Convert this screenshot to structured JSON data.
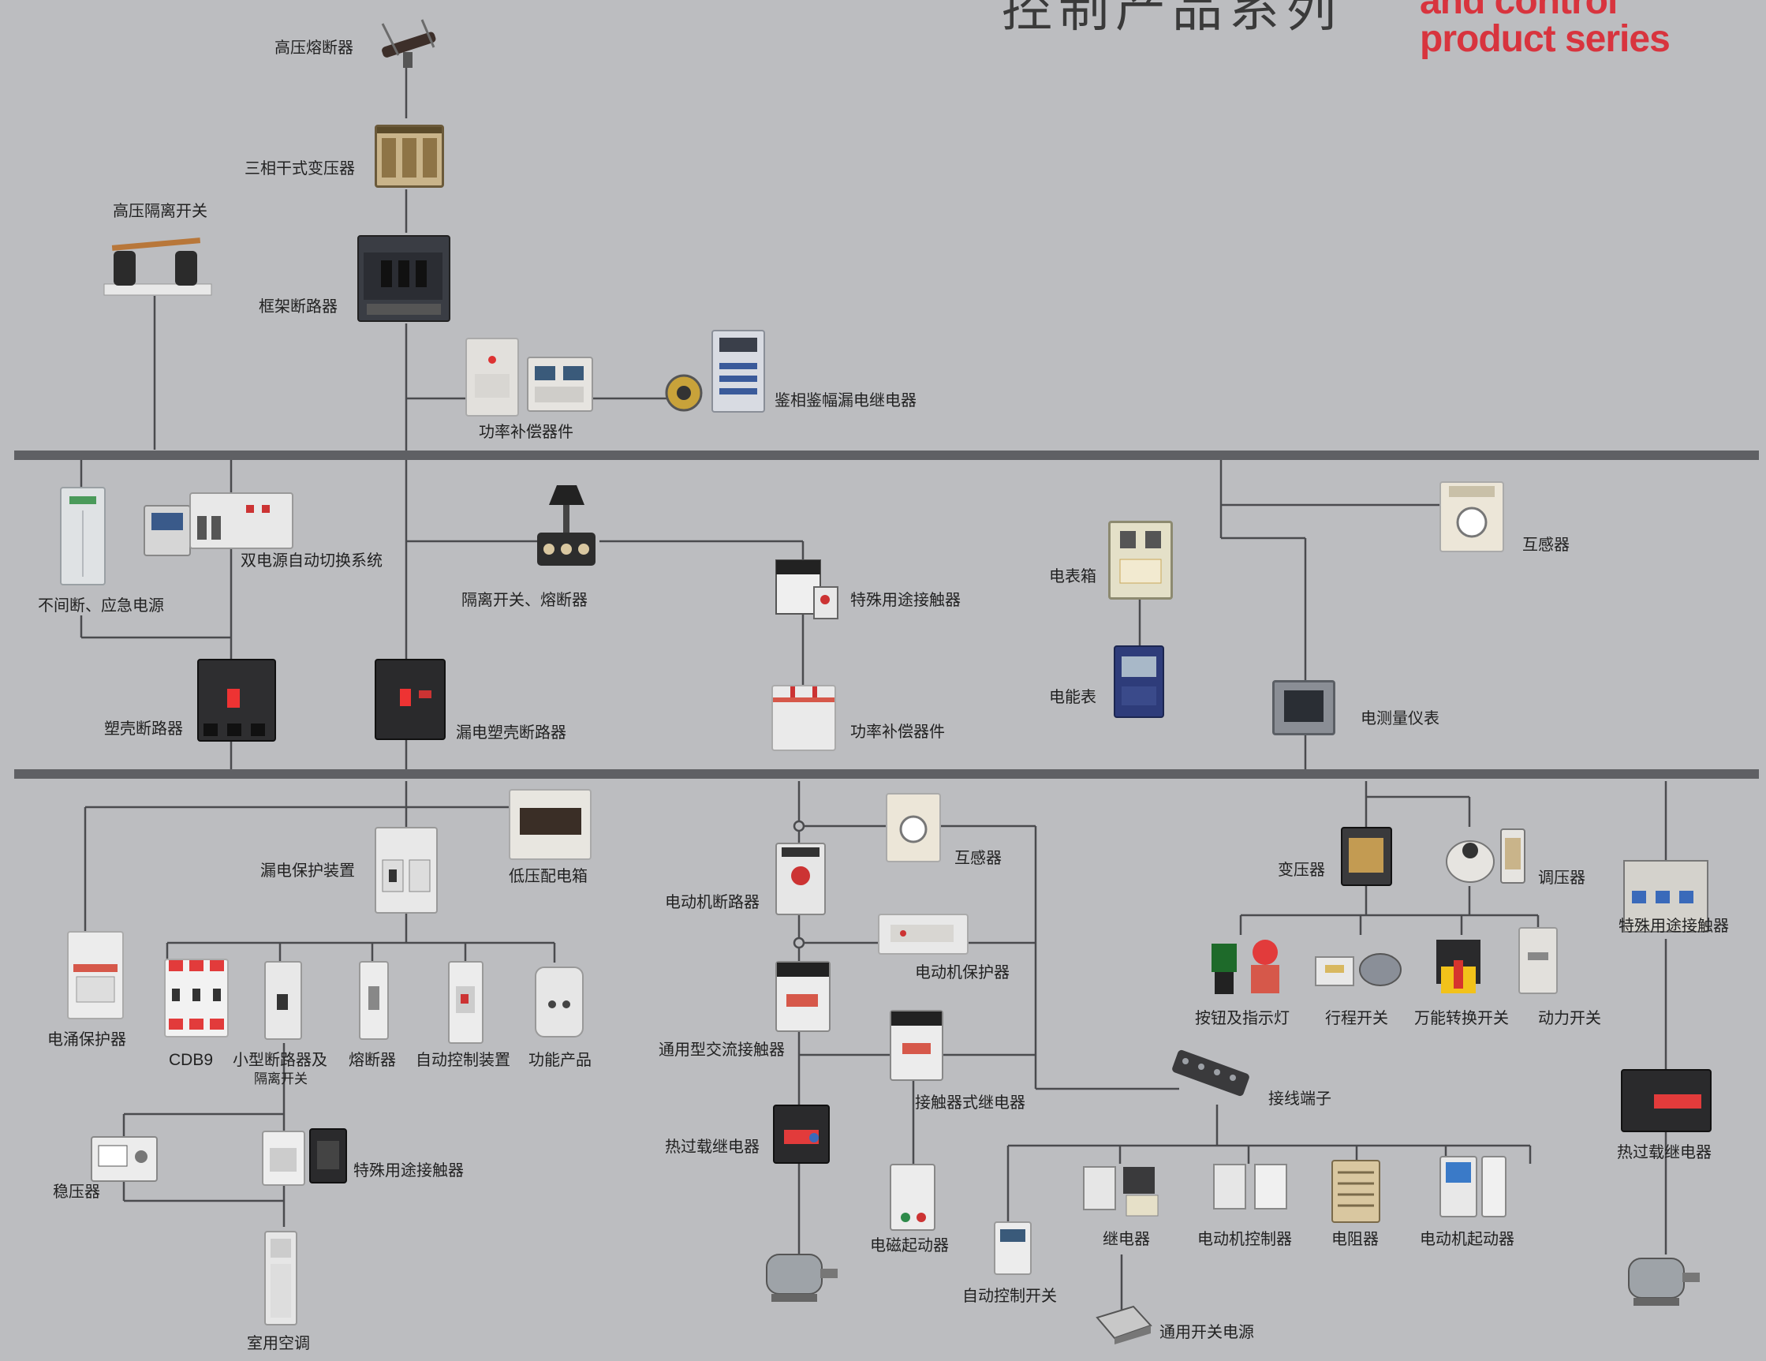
{
  "header": {
    "title_cn": "控制产品系列",
    "title_en_line1": "and control",
    "title_en_line2": "product series"
  },
  "colors": {
    "background": "#bcbdc0",
    "busbar": "#5f6064",
    "wire": "#4a4b4e",
    "accent_red": "#d8343e"
  },
  "components": {
    "high_voltage_fuse": "高压熔断器",
    "three_phase_dry_transformer": "三相干式变压器",
    "high_voltage_disconnector": "高压隔离开关",
    "frame_breaker": "框架断路器",
    "power_compensation_top": "功率补偿器件",
    "phase_amplitude_relay": "鉴相鉴幅漏电继电器",
    "ups_emergency_power": "不间断、应急电源",
    "dual_power_ats": "双电源自动切换系统",
    "isolating_switch_fuse": "隔离开关、熔断器",
    "special_contactor_mid": "特殊用途接触器",
    "meter_box": "电表箱",
    "transformer_ct_mid": "互感器",
    "energy_meter": "电能表",
    "measuring_meter": "电测量仪表",
    "mccb": "塑壳断路器",
    "leakage_mccb": "漏电塑壳断路器",
    "power_compensation_mid": "功率补偿器件",
    "rcd": "漏电保护装置",
    "lv_distribution_box": "低压配电箱",
    "surge_protector": "电涌保护器",
    "cdb9": "CDB9",
    "mcb_isolator_line1": "小型断路器及",
    "mcb_isolator_line2": "隔离开关",
    "fuse": "熔断器",
    "auto_control_device": "自动控制装置",
    "function_product": "功能产品",
    "voltage_stabilizer": "稳压器",
    "special_contactor_low": "特殊用途接触器",
    "room_ac": "室用空调",
    "motor_breaker": "电动机断路器",
    "transformer_ct_low": "互感器",
    "motor_protector": "电动机保护器",
    "ac_contactor": "通用型交流接触器",
    "contactor_relay": "接触器式继电器",
    "thermal_relay_mid": "热过载继电器",
    "magnetic_starter": "电磁起动器",
    "transformer": "变压器",
    "voltage_regulator": "调压器",
    "special_contactor_right": "特殊用途接触器",
    "button_indicator": "按钮及指示灯",
    "limit_switch": "行程开关",
    "universal_switch": "万能转换开关",
    "power_switch": "动力开关",
    "terminal_block": "接线端子",
    "thermal_relay_right": "热过载继电器",
    "relay": "继电器",
    "motor_controller": "电动机控制器",
    "resistor": "电阻器",
    "motor_starter": "电动机起动器",
    "auto_control_switch": "自动控制开关",
    "switching_power_supply": "通用开关电源"
  }
}
